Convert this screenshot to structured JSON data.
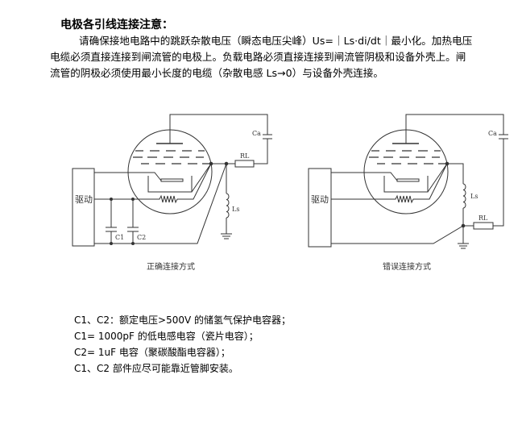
{
  "title": "电极各引线连接注意：",
  "paragraph_lines": [
    "请确保接地电路中的跳跃杂散电压（瞬态电压尖峰）Us=｜Ls·di/dt｜最小化。加热电压",
    "电缆必须直接连接到闸流管的电极上。负载电路必须直接连接到闸流管阴极和设备外壳上。闸",
    "流管的阴极必须使用最小长度的电缆（杂散电感 Ls→0）与设备外壳连接。"
  ],
  "diagram_correct": {
    "drive_label": "驱动",
    "ca_label": "Ca",
    "rl_label": "RL",
    "ls_label": "Ls",
    "c1_label": "C1",
    "c2_label": "C2",
    "caption": "正确连接方式"
  },
  "diagram_wrong": {
    "drive_label": "驱动",
    "ca_label": "Ca",
    "rl_label": "RL",
    "ls_label": "Ls",
    "caption": "错误连接方式"
  },
  "notes": [
    "C1、C2：额定电压>500V 的储氢气保护电容器；",
    "C1= 1000pF 的低电感电容（瓷片电容）；",
    "C2= 1uF 电容（聚碳酸酯电容器）；",
    "C1、C2 部件应尽可能靠近管脚安装。"
  ]
}
